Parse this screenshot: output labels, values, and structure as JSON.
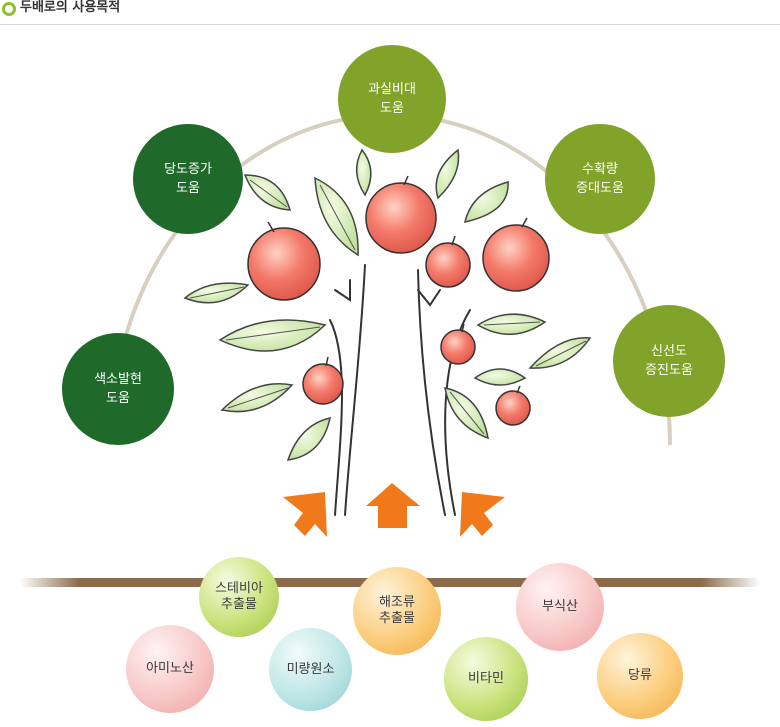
{
  "header": {
    "title": "두배로의 사용목적"
  },
  "benefits": {
    "top": "과실비대\n도움",
    "upper_left": "당도증가\n도움",
    "upper_right": "수확량\n증대도움",
    "lower_left": "색소발현\n도움",
    "lower_right": "신선도\n증진도움"
  },
  "ingredients": {
    "stevia": "스테비아\n추출물",
    "amino": "아미노산",
    "trace": "미량원소",
    "seaweed": "해조류\n추출물",
    "vitamin": "비타민",
    "humic": "부식산",
    "sugar": "당류"
  },
  "colors": {
    "dark_green": "#1f6a2a",
    "olive_green": "#82a32a",
    "arrow_orange": "#f07a1a",
    "soil": "#8a6a4a",
    "arc": "#d6d0c0"
  }
}
